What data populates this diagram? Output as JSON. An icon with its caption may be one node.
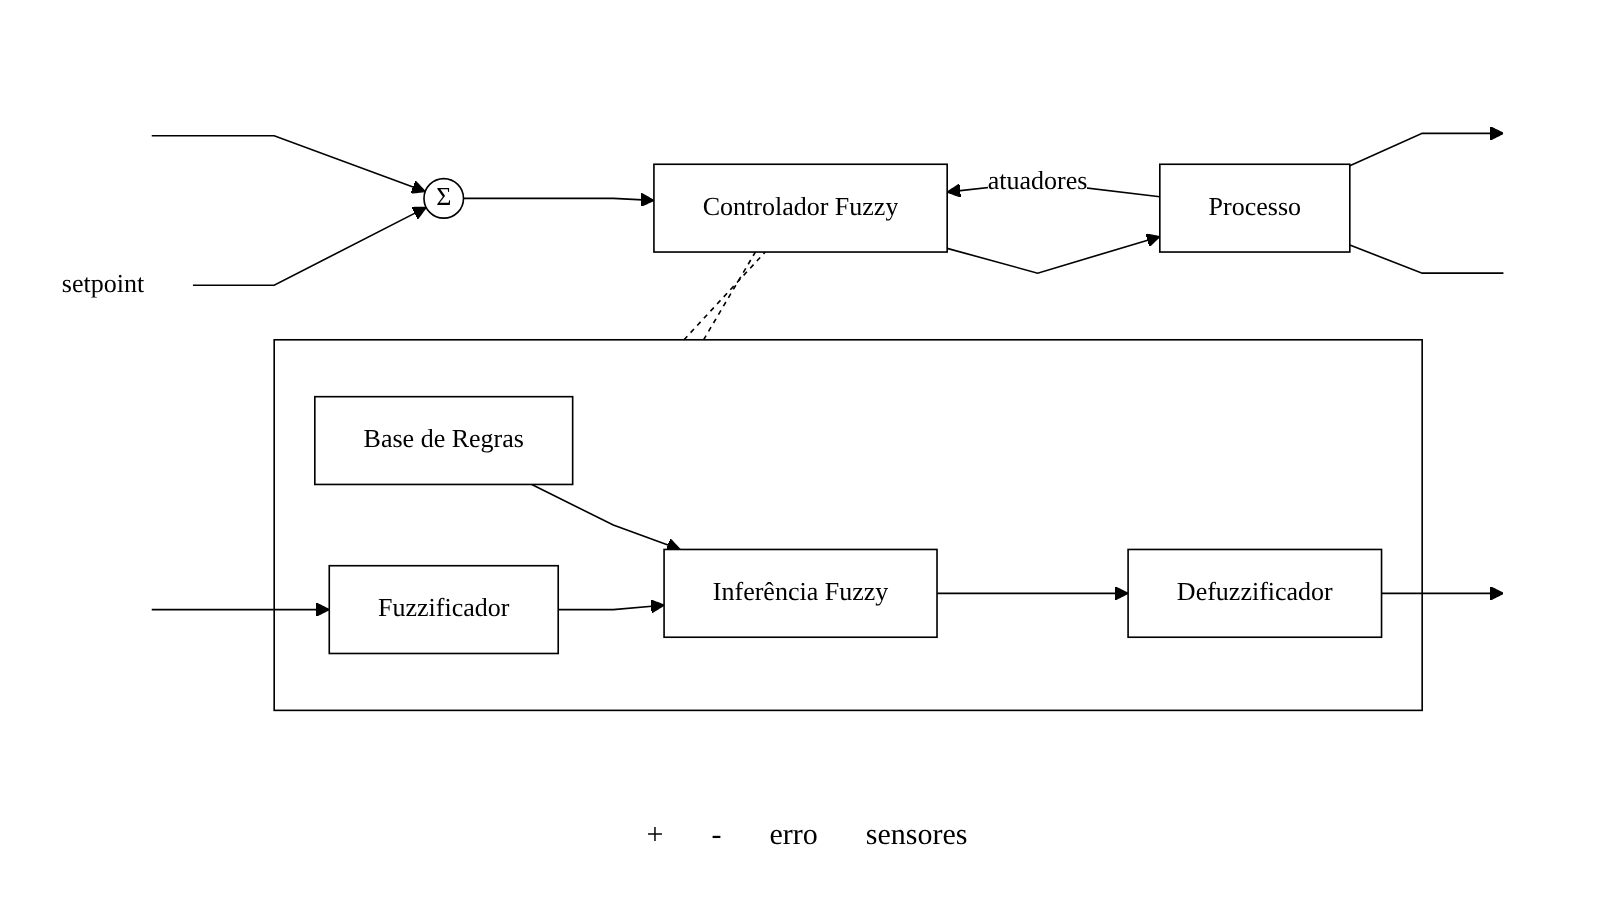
{
  "diagram": {
    "nodes": [
      {
        "text": [],
        "shape": "box"
      },
      {
        "text": [
          "Base de Regras"
        ],
        "in": 0
      },
      {
        "text": [
          "Fuzzificador"
        ],
        "in": 0
      },
      {
        "text": [
          "Inferência Fuzzy"
        ],
        "in": 0
      },
      {
        "text": [
          "Defuzzificador"
        ],
        "in": 0
      },
      {
        "text": [
          "setpoint"
        ]
      },
      {
        "text": [
          "Σ"
        ]
      },
      {
        "text": [
          "Controlador Fuzzy"
        ]
      },
      {
        "text": [
          "Processo"
        ]
      }
    ],
    "edges": [
      {
        "from": null,
        "to": 2,
        "arrow": "to"
      },
      {
        "from": 2,
        "to": 3,
        "arrow": "to"
      },
      {
        "from": 1,
        "to": 3,
        "arrow": "to"
      },
      {
        "from": 3,
        "to": 4,
        "arrow": "to"
      },
      {
        "from": 4,
        "to": null,
        "arrow": "to"
      },
      {
        "from": 0,
        "to": 7,
        "arrow": "none",
        "style": "dashed"
      },
      {
        "from": 0,
        "to": 7,
        "arrow": "none",
        "style": "dashed"
      },
      {
        "from": 5,
        "to": 6,
        "arrow": "to"
      },
      {
        "from": 6,
        "to": 7,
        "arrow": "to"
      },
      {
        "from": 7,
        "to": 8,
        "arrow": "to"
      },
      {
        "from": 8,
        "to": null,
        "arrow": "to"
      },
      {
        "from": 8,
        "to": 7,
        "arrow": "to",
        "label": "atuadores"
      },
      {
        "from": null,
        "to": 6,
        "arrow": "to"
      },
      {
        "from": 8,
        "to": null,
        "arrow": "none"
      }
    ],
    "labels": [
      "+",
      "-",
      "erro",
      "sensores"
    ]
  }
}
